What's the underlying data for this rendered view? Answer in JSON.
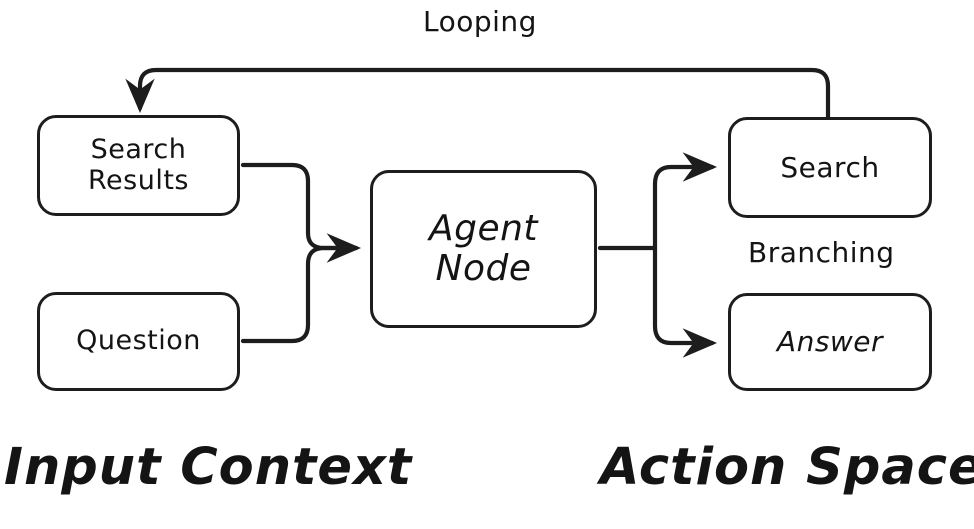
{
  "diagram": {
    "title_visible": false,
    "background_color": "#ffffff",
    "stroke_color": "#1d1d1d",
    "text_color": "#141414",
    "nodes": [
      {
        "id": "search-results",
        "label": "Search\nResults",
        "group": "input-context"
      },
      {
        "id": "question",
        "label": "Question",
        "group": "input-context"
      },
      {
        "id": "agent-node",
        "label": "Agent\nNode",
        "group": "center"
      },
      {
        "id": "search",
        "label": "Search",
        "group": "action-space"
      },
      {
        "id": "answer",
        "label": "Answer",
        "group": "action-space"
      }
    ],
    "edge_labels": {
      "looping": "Looping",
      "branching": "Branching"
    },
    "group_labels": {
      "input_context": "Input Context",
      "action_space": "Action Space"
    },
    "edges": [
      {
        "from": "search-results",
        "to": "agent-node",
        "kind": "merge",
        "arrow": true
      },
      {
        "from": "question",
        "to": "agent-node",
        "kind": "merge",
        "arrow": true
      },
      {
        "from": "agent-node",
        "to": "search",
        "kind": "branch",
        "arrow": true,
        "label": "Branching"
      },
      {
        "from": "agent-node",
        "to": "answer",
        "kind": "branch",
        "arrow": true,
        "label": "Branching"
      },
      {
        "from": "search",
        "to": "search-results",
        "kind": "loop-back",
        "arrow": true,
        "label": "Looping"
      }
    ]
  }
}
